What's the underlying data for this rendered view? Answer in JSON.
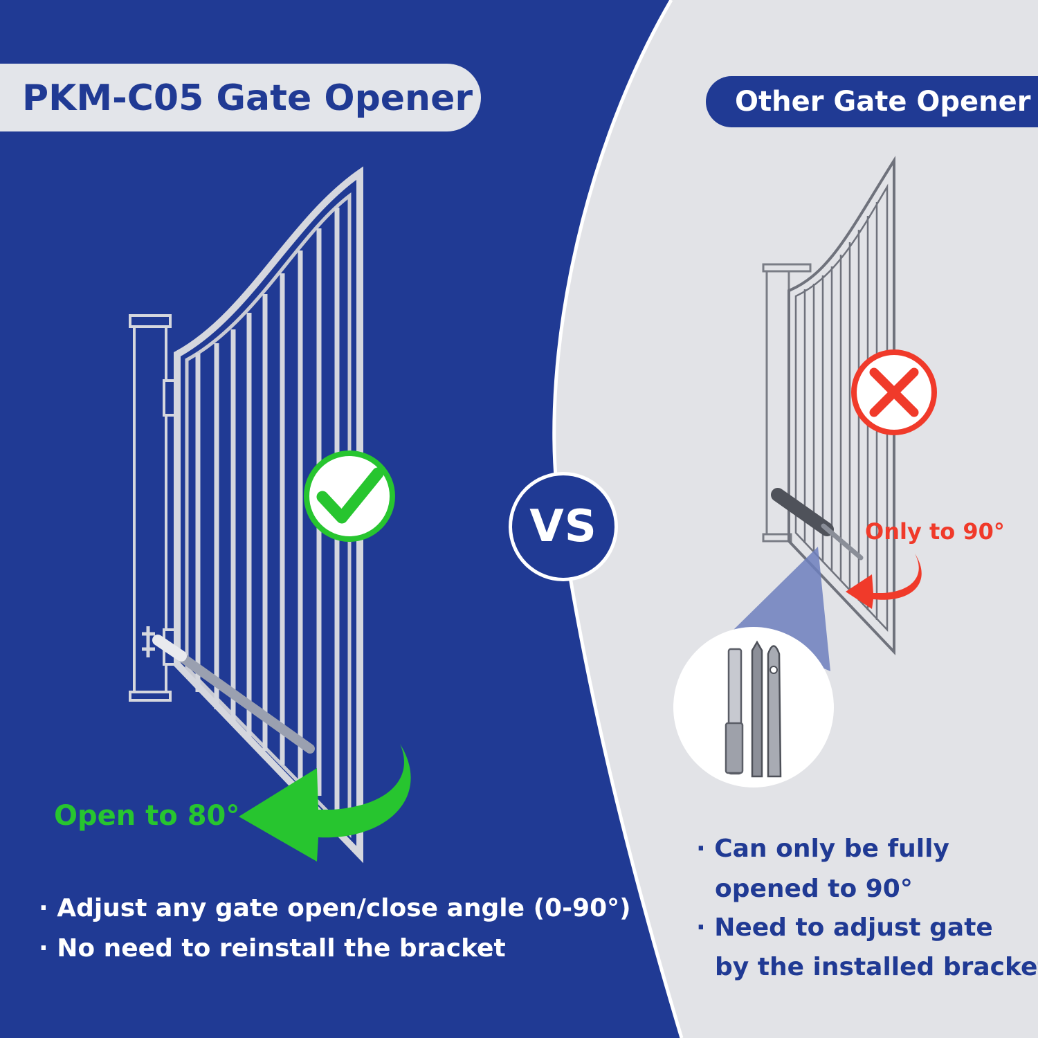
{
  "colors": {
    "left_background": "#203a94",
    "right_background": "#e2e3e7",
    "check_green": "#27c52f",
    "cross_red": "#f03a2a",
    "white": "#ffffff"
  },
  "left_panel": {
    "title": "PKM-C05 Gate Opener",
    "badge_icon": "check-icon",
    "arrow_label": "Open to 80°",
    "bullets": [
      "· Adjust any gate open/close angle (0-90°)",
      "· No need to reinstall the bracket"
    ]
  },
  "vs_badge": {
    "text": "VS"
  },
  "right_panel": {
    "title": "Other Gate Opener",
    "badge_icon": "cross-icon",
    "arrow_label": "Only to 90°",
    "bullets": [
      {
        "line1": "· Can only be fully",
        "line2": "opened to 90°"
      },
      {
        "line1": "· Need to adjust gate",
        "line2": "by the installed bracket"
      }
    ]
  }
}
